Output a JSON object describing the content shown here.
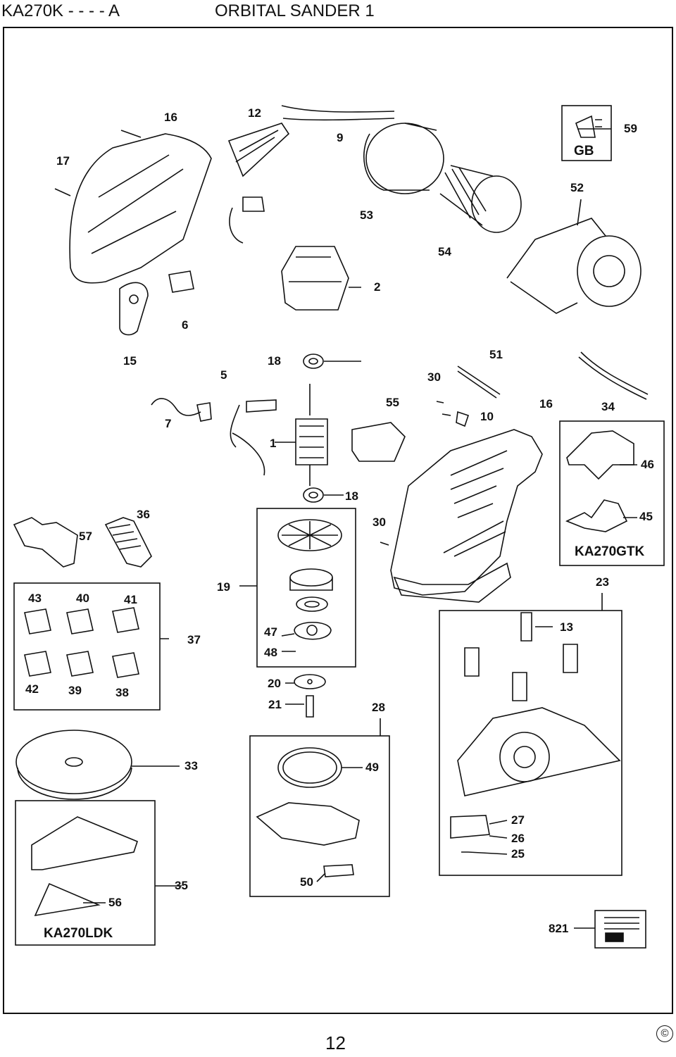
{
  "header": {
    "model": "KA270K - - - - A",
    "title": "ORBITAL SANDER 1"
  },
  "labels": {
    "p1": "1",
    "p2": "2",
    "p5": "5",
    "p6": "6",
    "p7": "7",
    "p9": "9",
    "p10": "10",
    "p12": "12",
    "p13": "13",
    "p15": "15",
    "p16a": "16",
    "p16b": "16",
    "p17": "17",
    "p18a": "18",
    "p18b": "18",
    "p19": "19",
    "p20": "20",
    "p21": "21",
    "p23": "23",
    "p25": "25",
    "p26": "26",
    "p27": "27",
    "p28": "28",
    "p30a": "30",
    "p30b": "30",
    "p33": "33",
    "p34": "34",
    "p35": "35",
    "p36": "36",
    "p37": "37",
    "p38": "38",
    "p39": "39",
    "p40": "40",
    "p41": "41",
    "p42": "42",
    "p43": "43",
    "p45": "45",
    "p46": "46",
    "p47": "47",
    "p48": "48",
    "p49": "49",
    "p50": "50",
    "p51": "51",
    "p52": "52",
    "p53": "53",
    "p54": "54",
    "p55": "55",
    "p56": "56",
    "p57": "57",
    "p59": "59",
    "p821": "821"
  },
  "boxes": {
    "gb": "GB",
    "gtk": "KA270GTK",
    "ldk": "KA270LDK"
  },
  "footer": {
    "copyright": "©",
    "page_number": "12"
  }
}
